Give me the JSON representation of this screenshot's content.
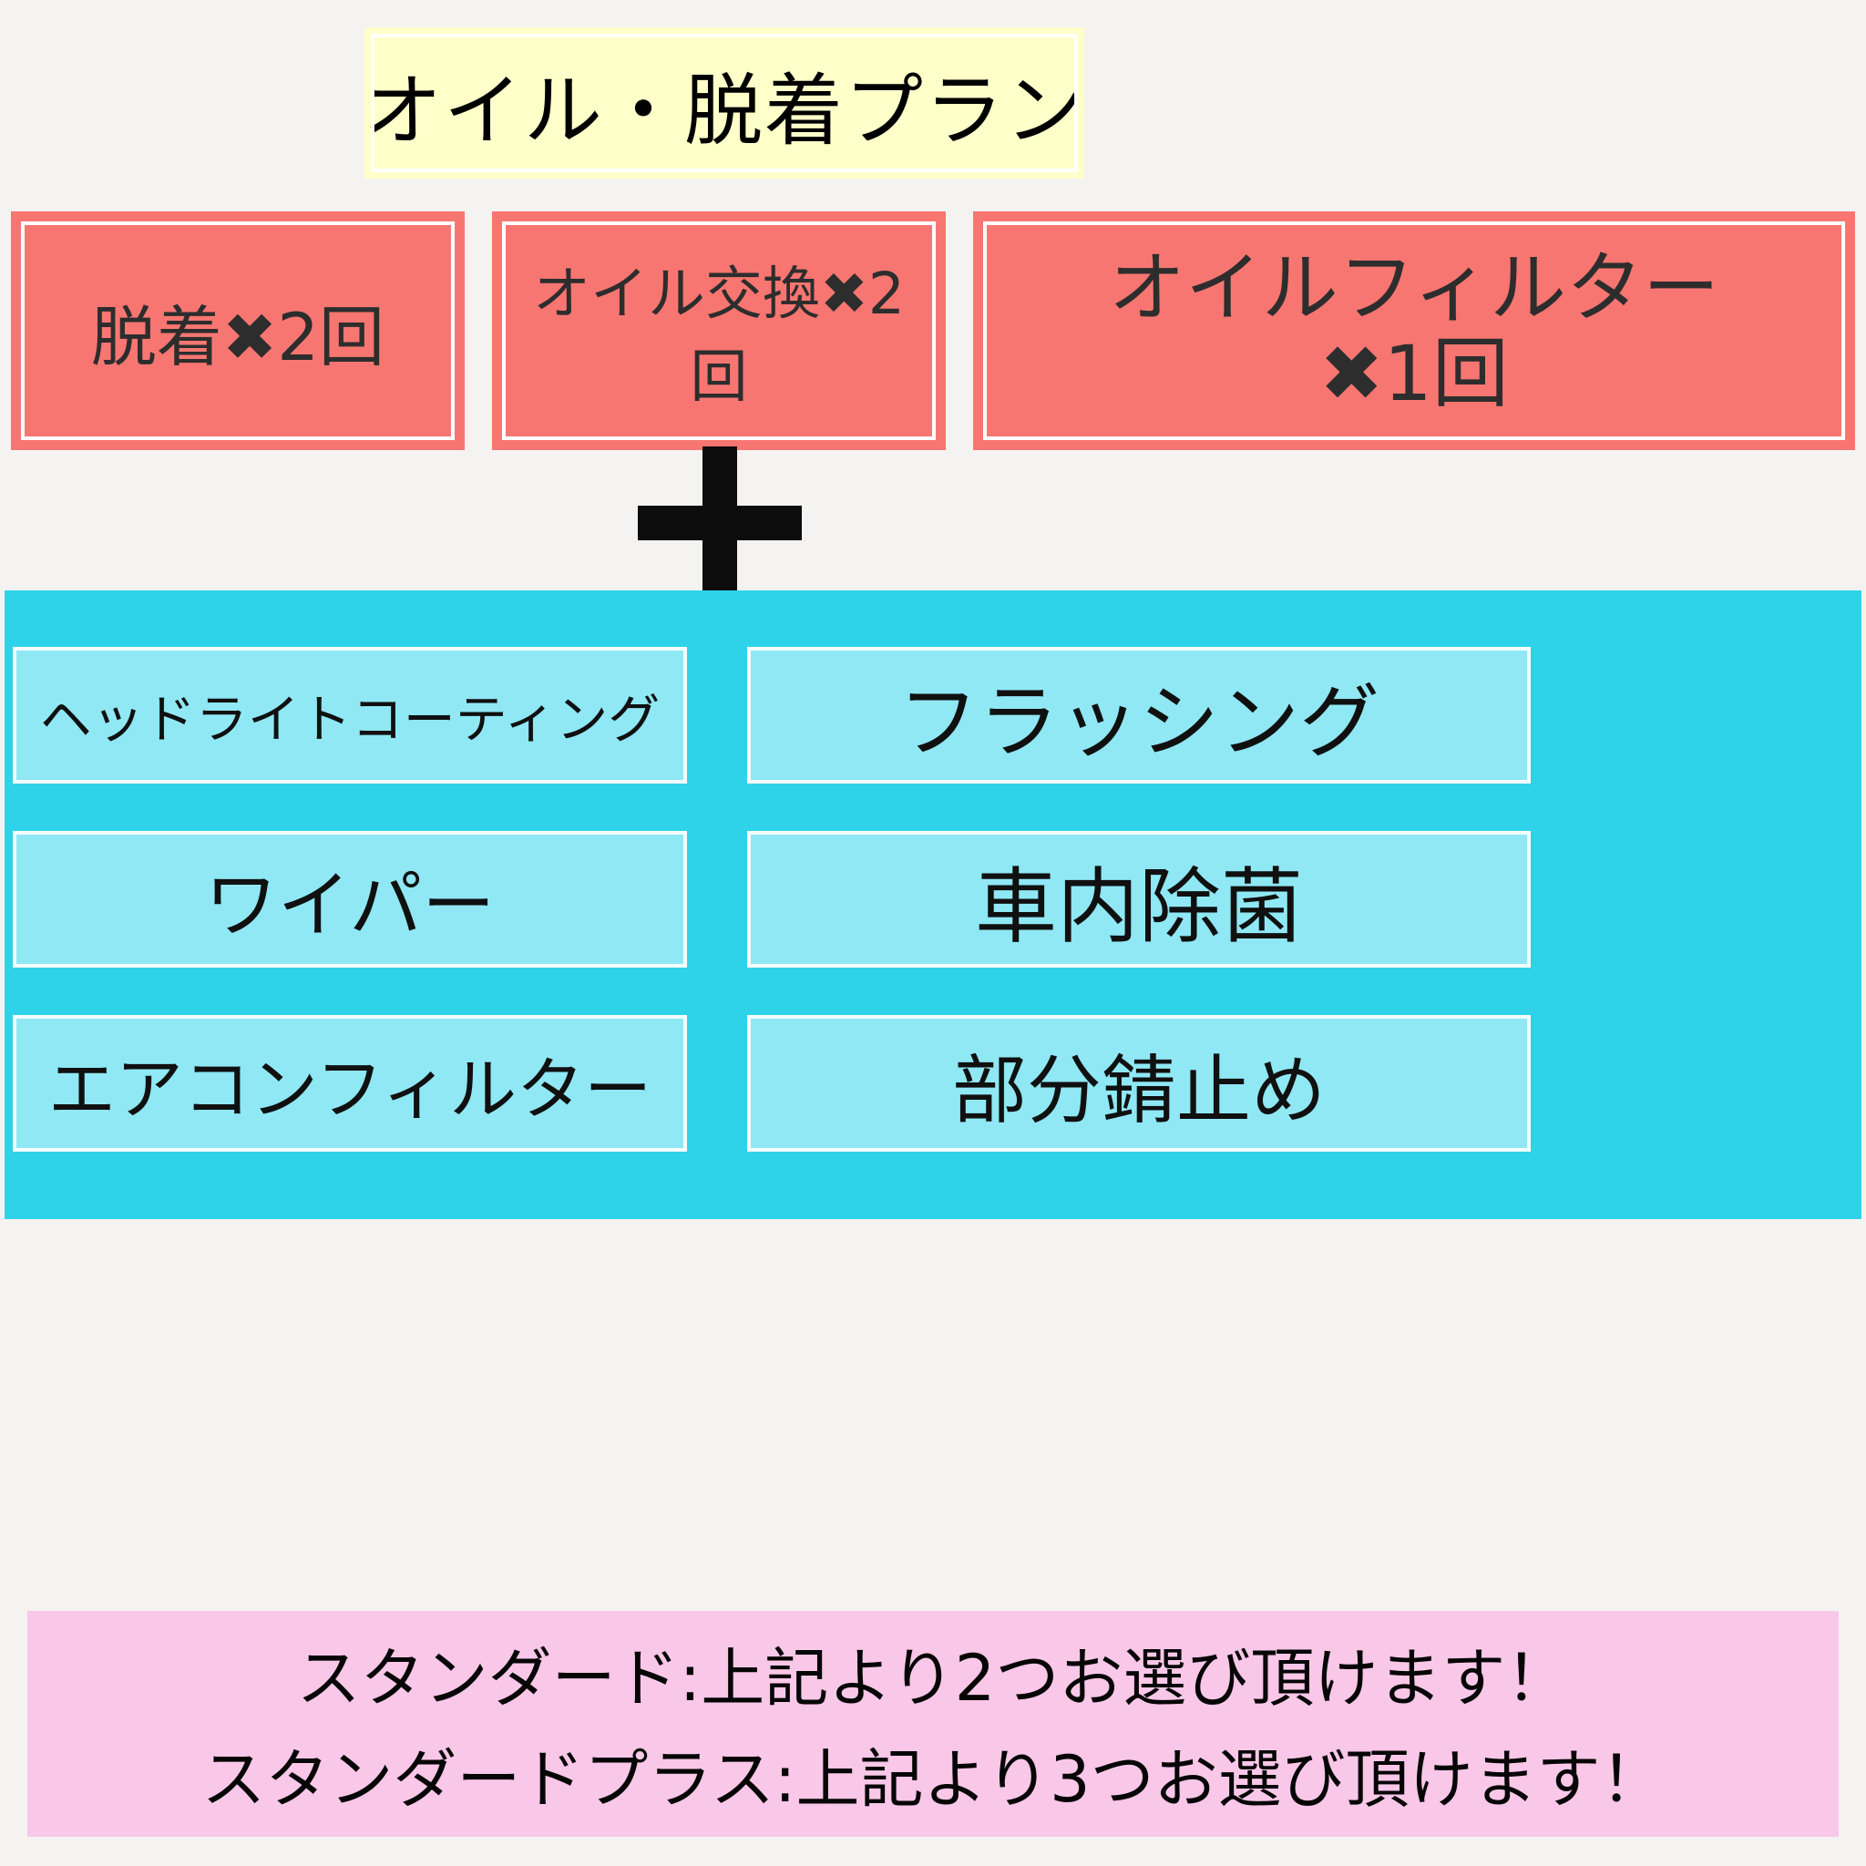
{
  "page": {
    "background_color": "#f4f3f1"
  },
  "title": {
    "text": "オイル・脱着プラン",
    "bg_color": "#ffffc9"
  },
  "plan_items": [
    {
      "label": "脱着✖2回"
    },
    {
      "label": "オイル交換✖2回"
    },
    {
      "label": "オイルフィルター\n✖1回"
    }
  ],
  "plan_item_bg_color": "#f87671",
  "plus_icon": "+",
  "options": {
    "panel_bg_color": "#2ed3e9",
    "item_bg_color": "#8fe8f4",
    "left": [
      {
        "label": "ヘッドライトコーティング"
      },
      {
        "label": "ワイパー"
      },
      {
        "label": "エアコンフィルター"
      }
    ],
    "right": [
      {
        "label": "フラッシング"
      },
      {
        "label": "車内除菌"
      },
      {
        "label": "部分錆止め"
      }
    ]
  },
  "footer": {
    "bg_color": "#f9c7e8",
    "line1": "スタンダード:上記より2つお選び頂けます！",
    "line2": "スタンダードプラス:上記より3つお選び頂けます！"
  }
}
